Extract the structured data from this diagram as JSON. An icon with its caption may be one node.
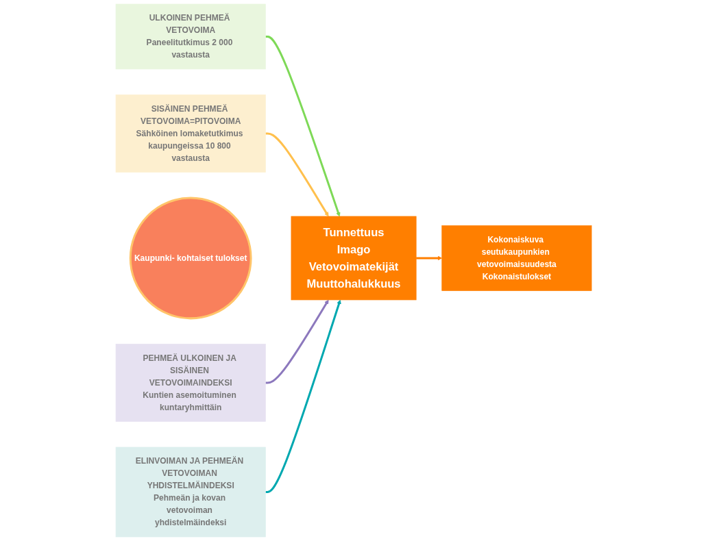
{
  "diagram": {
    "nodes": [
      {
        "text": [
          "ULKOINEN PEHMEÄ VETOVOIMA",
          "Paneelitutkimus 2 000 vastausta"
        ]
      },
      {
        "text": [
          "SISÄINEN PEHMEÄ VETOVOIMA=PITOVOIMA",
          "Sähköinen lomaketutkimus kaupungeissa 10 800 vastausta"
        ]
      },
      {
        "text": [
          "Tunnettuus",
          "Imago",
          "Vetovoimatekijät",
          "Muuttohalukkuus"
        ]
      },
      {
        "text": [
          "Kokonaiskuva seutukaupunkien vetovoimaisuudesta",
          "Kokonaistulokset"
        ]
      },
      {
        "text": [
          "Kaupunki- kohtaiset tulokset"
        ]
      },
      {
        "text": [
          "PEHMEÄ ULKOINEN JA SISÄINEN VETOVOIMAINDEKSI",
          "Kuntien asemoituminen kuntaryhmittäin"
        ]
      },
      {
        "text": [
          "ELINVOIMAN JA PEHMEÄN VETOVOIMAN YHDISTELMÄINDEKSI",
          "Pehmeän ja kovan vetovoiman yhdistelmäindeksi"
        ]
      }
    ],
    "edges": [
      {
        "from": 0,
        "to": 2,
        "arrow": "to",
        "color": "#7ed957"
      },
      {
        "from": 1,
        "to": 2,
        "arrow": "to",
        "color": "#ffc04d"
      },
      {
        "from": 5,
        "to": 2,
        "arrow": "to",
        "color": "#8c78bd"
      },
      {
        "from": 6,
        "to": 2,
        "arrow": "to",
        "color": "#00a8b0"
      },
      {
        "from": 2,
        "to": 3,
        "arrow": "to",
        "color": "#ff7f00"
      }
    ]
  }
}
